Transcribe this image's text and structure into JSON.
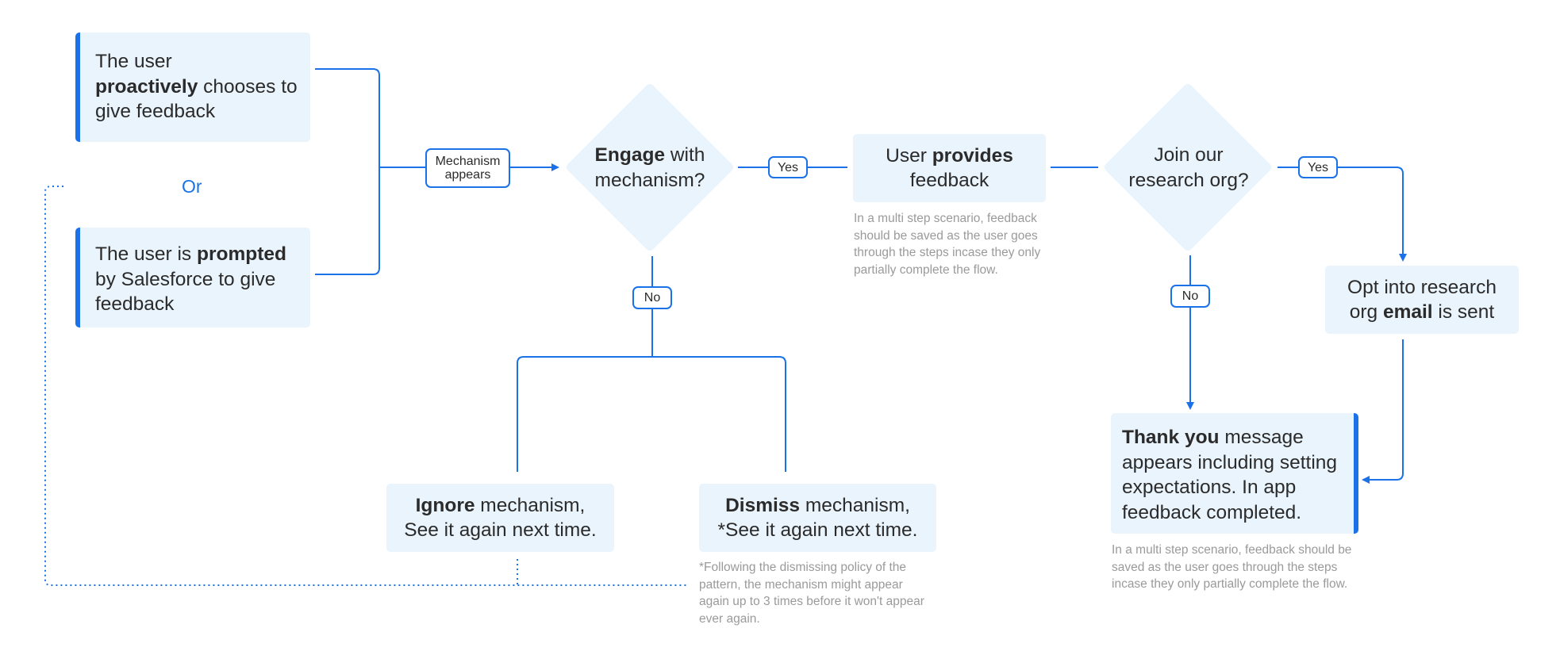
{
  "colors": {
    "accent": "#1b72e8",
    "box_fill": "#eaf4fd",
    "text": "#2b2b2b",
    "note": "#9a9a9a"
  },
  "start_proactive": {
    "pre": "The user",
    "bold": "proactively",
    "post": " chooses to give feedback"
  },
  "or_label": "Or",
  "start_prompted": {
    "pre": "The user is ",
    "bold": "prompted",
    "post": " by Salesforce to give feedback"
  },
  "mechanism_label": "Mechanism appears",
  "engage": {
    "bold": "Engage",
    "post": " with mechanism?"
  },
  "engage_yes": "Yes",
  "engage_no": "No",
  "provide": {
    "pre": "User ",
    "bold": "provides",
    "post": " feedback"
  },
  "provide_note": "In a multi step scenario, feedback should be saved as the user goes through the steps incase they only partially complete the flow.",
  "join": {
    "text": "Join our research org?"
  },
  "join_yes": "Yes",
  "join_no": "No",
  "optin": {
    "pre": "Opt into research org ",
    "bold": "email",
    "post": " is sent"
  },
  "ignore": {
    "bold": "Ignore",
    "post": " mechanism, See it again next time."
  },
  "dismiss": {
    "bold": "Dismiss",
    "post": " mechanism, *See it again next time."
  },
  "dismiss_note": "*Following the dismissing policy of the pattern, the mechanism might appear again up to 3 times before it won't appear ever again.",
  "thankyou": {
    "bold": "Thank you",
    "post": " message appears including setting expectations. In app feedback completed."
  },
  "thankyou_note": "In a multi step scenario, feedback should be saved as the user goes through the steps incase they only partially complete the flow."
}
